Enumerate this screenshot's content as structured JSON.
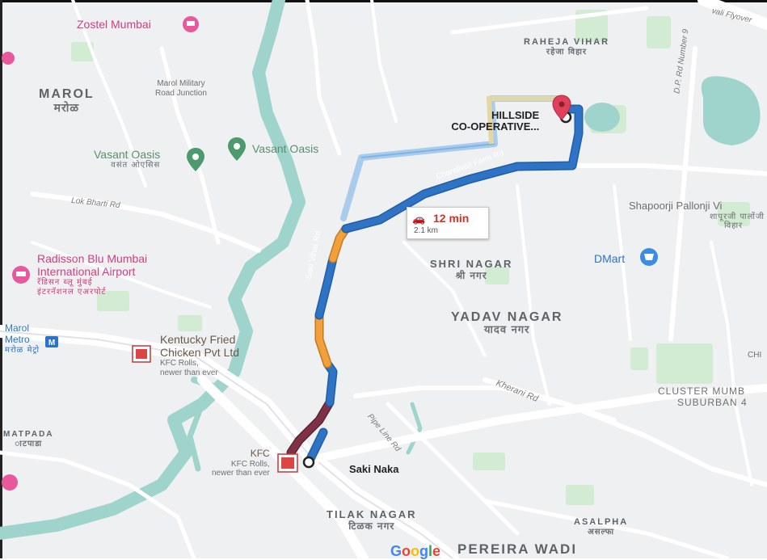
{
  "map": {
    "areas": [
      {
        "id": "marol",
        "name": "MAROL",
        "local": "मरोळ"
      },
      {
        "id": "raheja-vihar",
        "name": "RAHEJA VIHAR",
        "local": "रहेजा विहार"
      },
      {
        "id": "shri-nagar",
        "name": "SHRI NAGAR",
        "local": "श्री नगर"
      },
      {
        "id": "yadav-nagar",
        "name": "YADAV NAGAR",
        "local": "यादव नगर"
      },
      {
        "id": "tilak-nagar",
        "name": "TILAK NAGAR",
        "local": "टिळक नगर"
      },
      {
        "id": "asalpha",
        "name": "ASALPHA",
        "local": "असल्फा"
      },
      {
        "id": "pereira-wadi",
        "name": "PEREIRA WADI",
        "local": ""
      },
      {
        "id": "matpada",
        "name": "MATPADA",
        "local": "ाटपाडा"
      }
    ],
    "places": {
      "zostel": "Zostel Mumbai",
      "marol_military": "Marol Military",
      "marol_military_2": "Road Junction",
      "vasant_oasis_1": "Vasant Oasis",
      "vasant_oasis_1_local": "वसंत ओएसिस",
      "vasant_oasis_2": "Vasant Oasis",
      "radisson_1": "Radisson Blu Mumbai",
      "radisson_2": "International Airport",
      "radisson_local_1": "रॅडिसन ब्लू मुंबई",
      "radisson_local_2": "इंटरनॅशनल एअरपोर्ट",
      "marol_metro_1": "Marol",
      "marol_metro_2": "Metro",
      "marol_metro_local": "मरोळ मेट्रो",
      "kfc_1_line1": "Kentucky Fried",
      "kfc_1_line2": "Chicken Pvt Ltd",
      "kfc_1_sub1": "KFC Rolls,",
      "kfc_1_sub2": "newer than ever",
      "kfc_2": "KFC",
      "kfc_2_sub1": "KFC Rolls,",
      "kfc_2_sub2": "newer than ever",
      "saki_naka": "Saki Naka",
      "shapoorji": "Shapoorji Pallonji Vi",
      "shapoorji_local_1": "शापूरजी पालोंजी वि",
      "shapoorji_local_2": "विहार",
      "dmart": "DMart",
      "cluster_1": "CLUSTER MUMB",
      "cluster_2": "SUBURBAN 4",
      "chi": "CHI"
    },
    "roads": {
      "lok_bharti": "Lok Bharti Rd",
      "chandivali_farm": "Chandivali Farm Rd",
      "saki_vihar": "Saki Vihar Rd",
      "kherani": "Kherani Rd",
      "pipe_line": "Pipe Line Rd",
      "dp_road": "D.P. Rd Number 9",
      "flyover": "vali Flyover"
    },
    "destination": {
      "line1": "HILLSIDE",
      "line2": "CO-OPERATIVE..."
    },
    "route_callout": {
      "time": "12 min",
      "distance": "2.1 km",
      "mode_icon": "car-icon"
    },
    "brand": "Google",
    "colors": {
      "route_blue": "#2f73c4",
      "route_alt": "#a9cbec",
      "traffic_orange": "#f2a03a",
      "traffic_maroon": "#7f3246",
      "water": "#9fd4cd",
      "park": "#d2ebd3"
    }
  }
}
